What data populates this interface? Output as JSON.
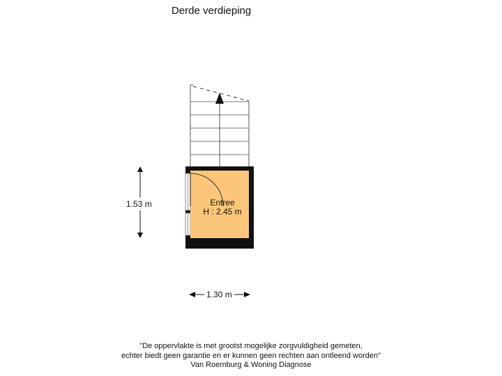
{
  "title": "Derde verdieping",
  "room": {
    "name": "Entree",
    "height": "H : 2.45 m",
    "fill_color": "#FBC679"
  },
  "dimensions": {
    "vertical": "1.53 m",
    "horizontal": "1.30 m"
  },
  "footer": {
    "line1": "\"De oppervlakte is met grootst mogelijke zorgvuldigheid gemeten,",
    "line2": "echter biedt geen garantie en er kunnen geen rechten aan ontleend worden\"",
    "line3": "Van Roemburg & Woning Diagnose"
  }
}
